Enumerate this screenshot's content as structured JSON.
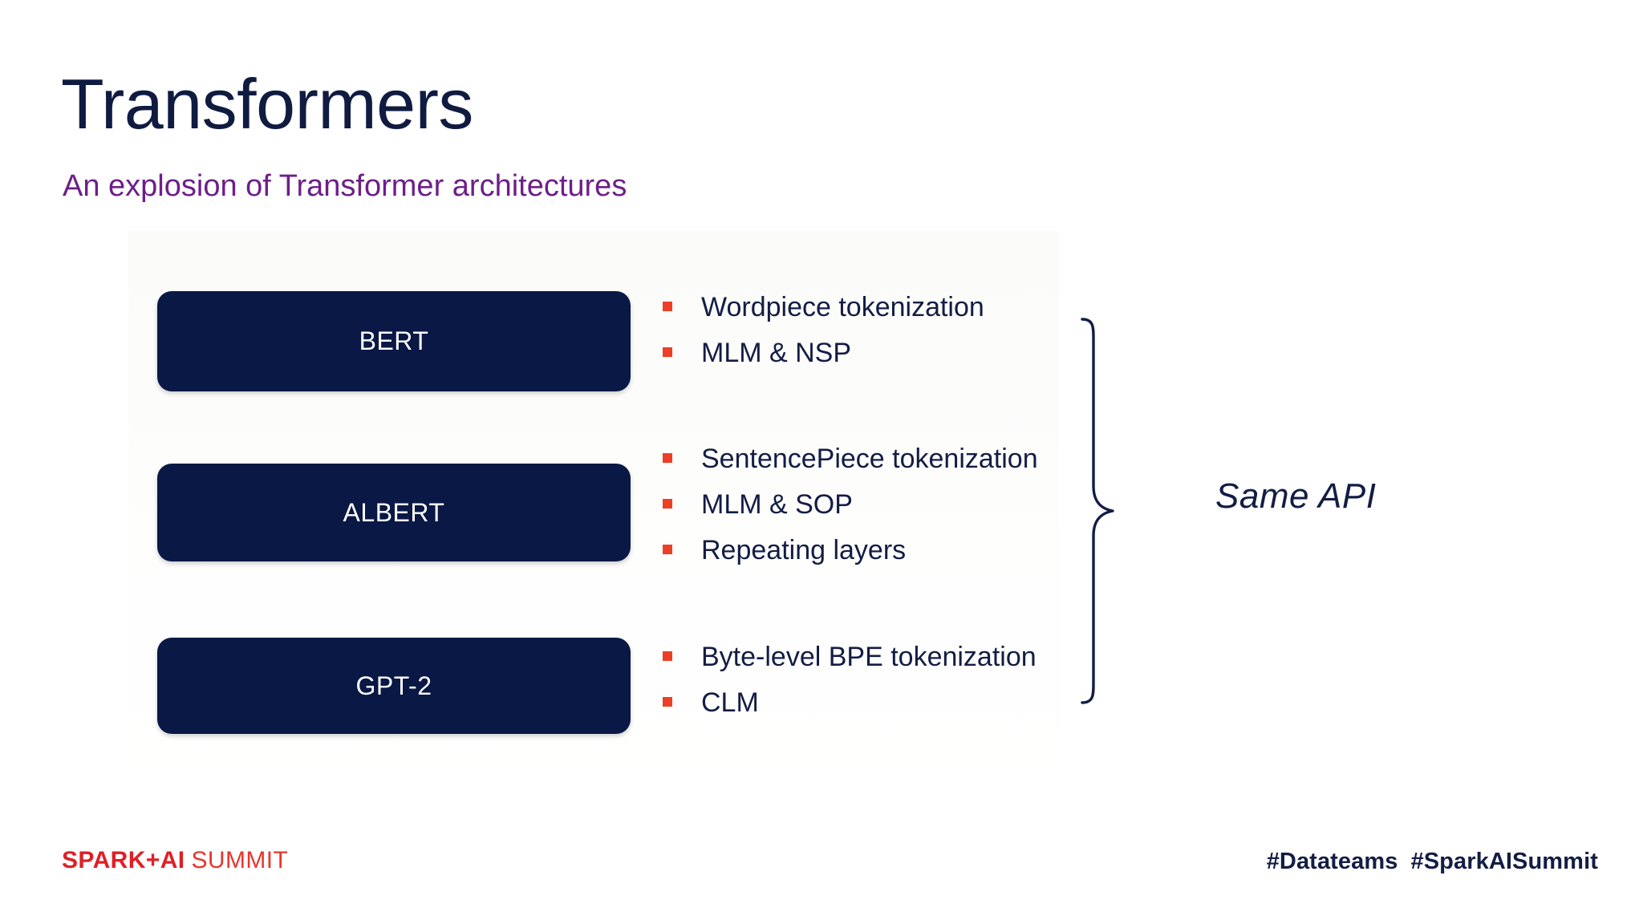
{
  "slide": {
    "title": "Transformers",
    "subtitle": "An explosion of Transformer architectures",
    "title_color": "#101b41",
    "subtitle_color": "#6d1f88",
    "background_color": "#ffffff"
  },
  "models": [
    {
      "name": "BERT",
      "box_color": "#0a1845",
      "label_color": "#ffffff",
      "features": [
        "Wordpiece tokenization",
        "MLM & NSP"
      ]
    },
    {
      "name": "ALBERT",
      "box_color": "#0a1845",
      "label_color": "#ffffff",
      "features": [
        "SentencePiece tokenization",
        "MLM & SOP",
        "Repeating layers"
      ]
    },
    {
      "name": "GPT-2",
      "box_color": "#0a1845",
      "label_color": "#ffffff",
      "features": [
        "Byte-level BPE tokenization",
        "CLM"
      ]
    }
  ],
  "annotation": {
    "brace_label": "Same API",
    "brace_color": "#131d44",
    "bullet_color": "#ec3f26",
    "bullet_text_color": "#131d44"
  },
  "footer": {
    "logo_bold": "SPARK+AI",
    "logo_light": "SUMMIT",
    "logo_bold_color": "#e01f26",
    "logo_light_color": "#e8362c",
    "hashtag_1": "#Datateams",
    "hashtag_2": "#SparkAISummit",
    "hashtag_color": "#131d44"
  }
}
